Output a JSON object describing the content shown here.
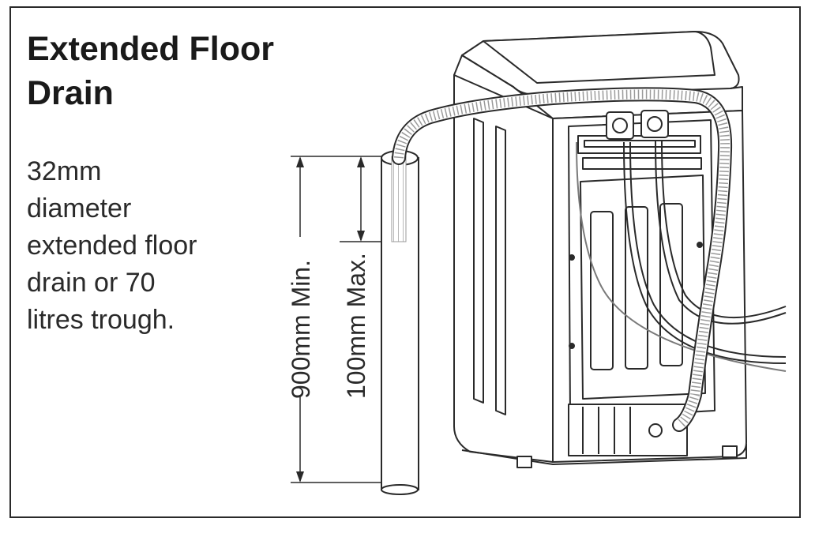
{
  "title": {
    "line1": "Extended Floor",
    "line2": "Drain"
  },
  "description": {
    "lines": [
      "32mm",
      "diameter",
      "extended floor",
      "drain or 70",
      "litres trough."
    ]
  },
  "dimensions": {
    "min_height_label": "900mm Min.",
    "max_insertion_label": "100mm Max."
  },
  "colors": {
    "line": "#2a2a2a",
    "background": "#ffffff",
    "shading": "#d9d9d9"
  }
}
